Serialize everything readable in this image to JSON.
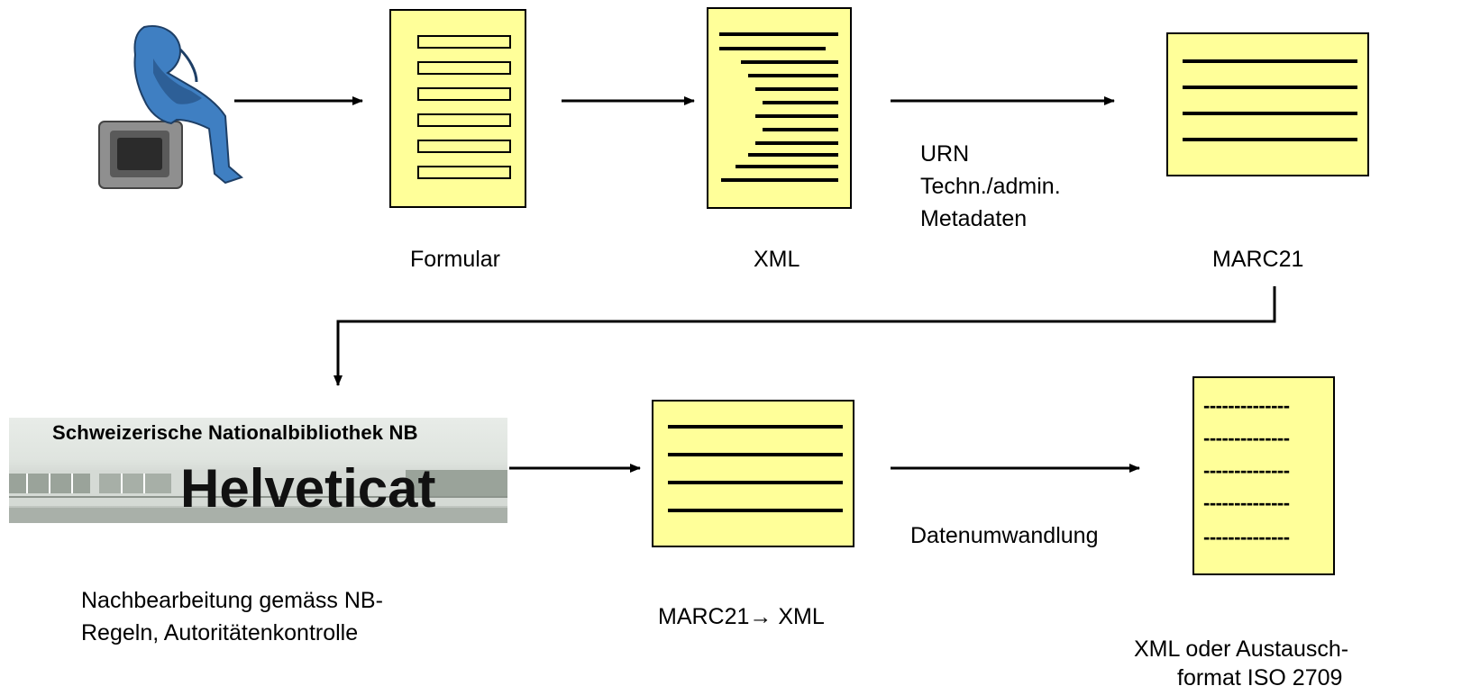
{
  "colors": {
    "document_fill": "#ffff99",
    "stroke": "#000000",
    "figure_blue": "#3f7fc2"
  },
  "icons": {
    "thinker": "thinker-on-monitor-icon"
  },
  "labels": {
    "formular": "Formular",
    "xml": "XML",
    "marc21": "MARC21",
    "urn_line1": "URN",
    "urn_line2": "Techn./admin.",
    "urn_line3": "Metadaten",
    "nachbearbeitung_line1": "Nachbearbeitung gemäss NB-",
    "nachbearbeitung_line2": "Regeln, Autoritätenkontrolle",
    "marc21_to_xml": "MARC21→ XML",
    "datenumwandlung": "Datenumwandlung",
    "xml_oder_line1": "XML oder Austausch-",
    "xml_oder_line2": "format ISO 2709"
  },
  "banner": {
    "title": "Schweizerische Nationalbibliothek NB",
    "name": "Helveticat"
  },
  "dash_doc": {
    "lines": [
      "--------------",
      "--------------",
      "--------------",
      "--------------",
      "--------------"
    ]
  }
}
